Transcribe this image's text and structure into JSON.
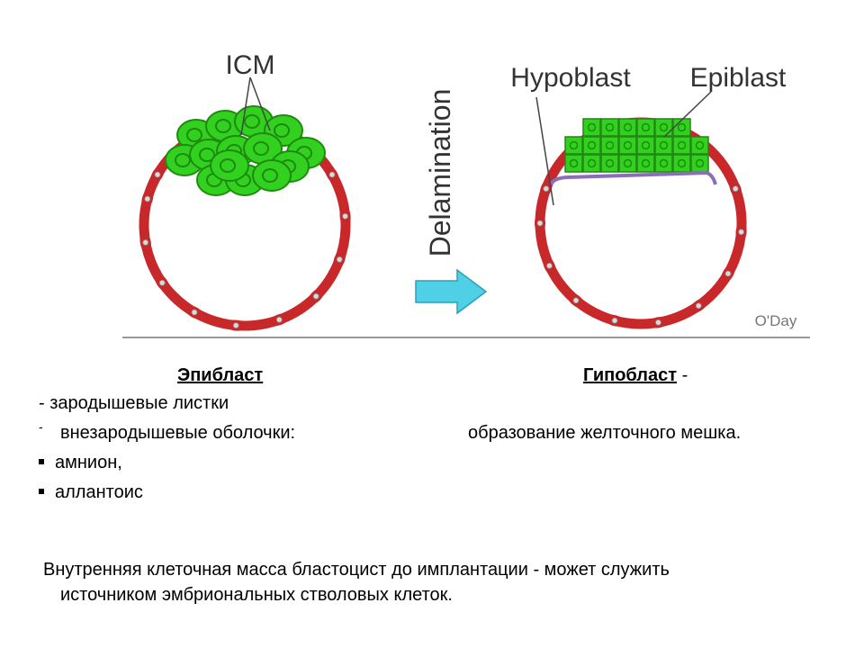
{
  "diagram": {
    "left_label": "ICM",
    "arrow_label": "Delamination",
    "right_label_1": "Hypoblast",
    "right_label_2": "Epiblast",
    "credit": "O'Day",
    "colors": {
      "trophoblast": "#c8282a",
      "icm_cells": "#33d11f",
      "cell_border": "#1e8a10",
      "hypoblast": "#8a6fb8",
      "arrow": "#4fd0e6"
    }
  },
  "epiblast": {
    "title": "Эпибласт",
    "line1": "- зародышевые листки",
    "line2_dash": "-",
    "line2": "внезародышевые оболочки:",
    "item1": "амнион,",
    "item2": "аллантоис"
  },
  "hypoblast": {
    "title": "Гипобласт",
    "title_suffix": " -",
    "desc": "образование желточного мешка."
  },
  "footer": {
    "line1": "Внутренняя клеточная масса бластоцист до имплантации - может служить",
    "line2": "источником эмбриональных стволовых клеток."
  }
}
